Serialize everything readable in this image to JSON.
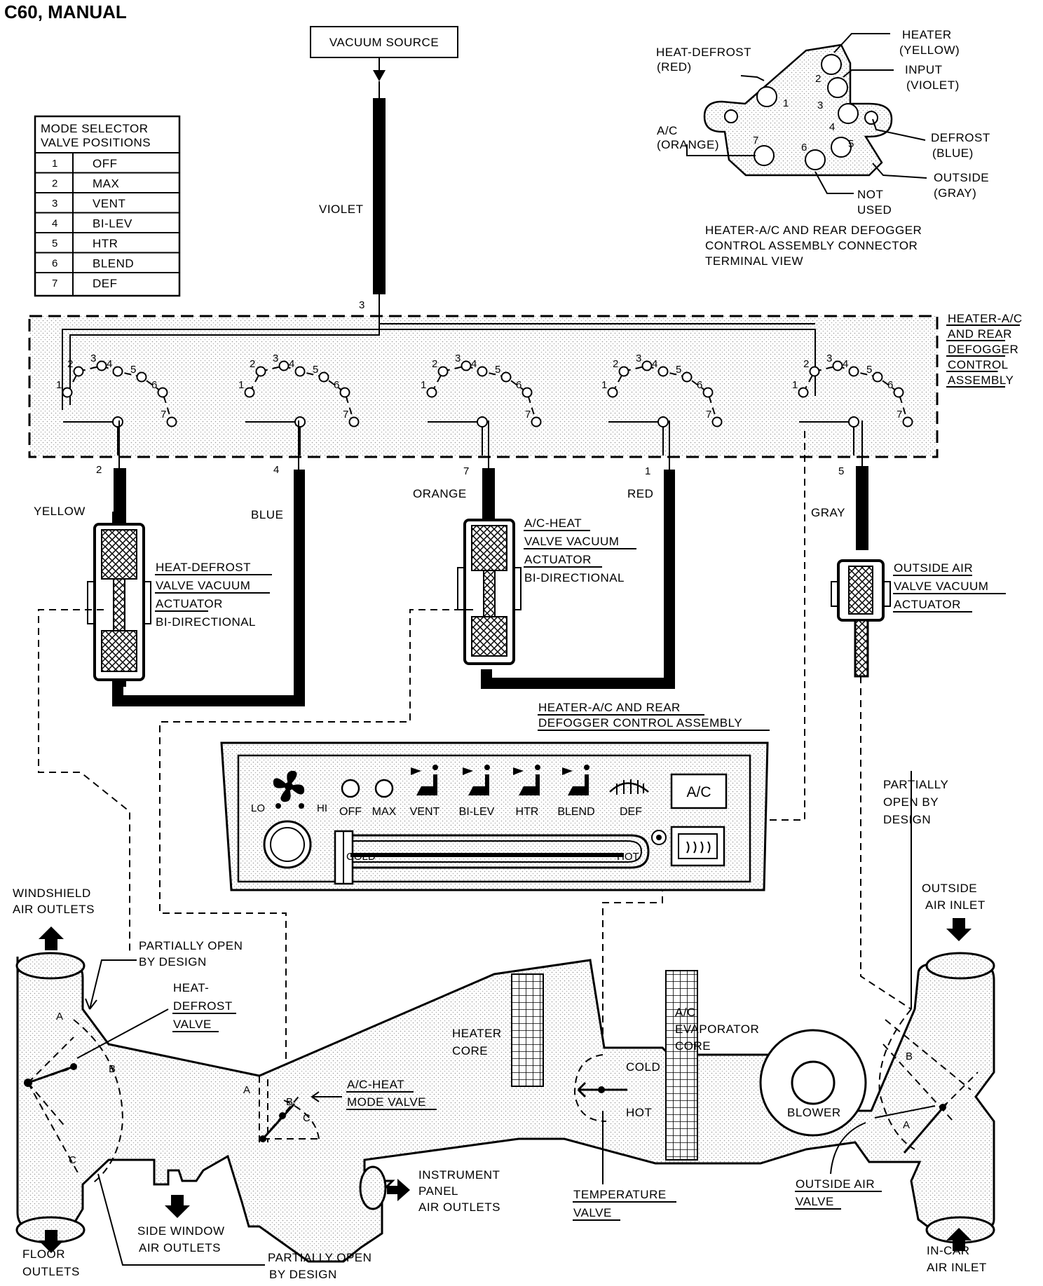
{
  "title": "C60, MANUAL",
  "vacuum_source": "VACUUM SOURCE",
  "mode_table": {
    "header_1": "MODE SELECTOR",
    "header_2": "VALVE POSITIONS",
    "rows": [
      {
        "n": "1",
        "mode": "OFF"
      },
      {
        "n": "2",
        "mode": "MAX"
      },
      {
        "n": "3",
        "mode": "VENT"
      },
      {
        "n": "4",
        "mode": "BI-LEV"
      },
      {
        "n": "5",
        "mode": "HTR"
      },
      {
        "n": "6",
        "mode": "BLEND"
      },
      {
        "n": "7",
        "mode": "DEF"
      }
    ]
  },
  "connector": {
    "heater": "HEATER",
    "heater_color": "(YELLOW)",
    "input": "INPUT",
    "input_color": "(VIOLET)",
    "heat_defrost": "HEAT-DEFROST",
    "heat_defrost_color": "(RED)",
    "ac": "A/C",
    "ac_color": "(ORANGE)",
    "defrost": "DEFROST",
    "defrost_color": "(BLUE)",
    "outside": "OUTSIDE",
    "outside_color": "(GRAY)",
    "not": "NOT",
    "used": "USED",
    "caption_1": "HEATER-A/C AND REAR DEFOGGER",
    "caption_2": "CONTROL ASSEMBLY CONNECTOR",
    "caption_3": "TERMINAL VIEW",
    "pins": [
      "1",
      "2",
      "3",
      "4",
      "5",
      "6",
      "7"
    ]
  },
  "control_assembly_label": [
    "HEATER-A/C",
    "AND REAR",
    "DEFOGGER",
    "CONTROL",
    "ASSEMBLY"
  ],
  "hoses": {
    "violet": "VIOLET",
    "violet_num": "3",
    "yellow": "YELLOW",
    "yellow_num": "2",
    "blue": "BLUE",
    "blue_num": "4",
    "orange": "ORANGE",
    "orange_num": "7",
    "red": "RED",
    "red_num": "1",
    "gray": "GRAY",
    "gray_num": "5"
  },
  "actuators": {
    "heat_defrost": [
      "HEAT-DEFROST",
      "VALVE VACUUM",
      "ACTUATOR",
      "BI-DIRECTIONAL"
    ],
    "ac_heat": [
      "A/C-HEAT",
      "VALVE VACUUM",
      "ACTUATOR",
      "BI-DIRECTIONAL"
    ],
    "outside_air": [
      "OUTSIDE AIR",
      "VALVE VACUUM",
      "ACTUATOR"
    ]
  },
  "panel": {
    "caption_1": "HEATER-A/C AND REAR",
    "caption_2": "DEFOGGER CONTROL ASSEMBLY",
    "lo": "LO",
    "hi": "HI",
    "modes": [
      "OFF",
      "MAX",
      "VENT",
      "BI-LEV",
      "HTR",
      "BLEND",
      "DEF"
    ],
    "ac_button": "A/C",
    "cold": "COLD",
    "hot": "HOT"
  },
  "duct": {
    "windshield": [
      "WINDSHIELD",
      "AIR OUTLETS"
    ],
    "partially_open_top": [
      "PARTIALLY OPEN",
      "BY DESIGN"
    ],
    "heat_defrost_valve": [
      "HEAT-",
      "DEFROST",
      "VALVE"
    ],
    "ac_heat_mode_valve": [
      "A/C-HEAT",
      "MODE VALVE"
    ],
    "heater_core": [
      "HEATER",
      "CORE"
    ],
    "evaporator": [
      "A/C",
      "EVAPORATOR",
      "CORE"
    ],
    "cold": "COLD",
    "hot": "HOT",
    "blower": "BLOWER",
    "partially_open_right": [
      "PARTIALLY",
      "OPEN BY",
      "DESIGN"
    ],
    "outside_air_inlet": [
      "OUTSIDE",
      "AIR INLET"
    ],
    "instrument_panel": [
      "INSTRUMENT",
      "PANEL",
      "AIR OUTLETS"
    ],
    "temperature_valve": [
      "TEMPERATURE",
      "VALVE"
    ],
    "outside_air_valve": [
      "OUTSIDE AIR",
      "VALVE"
    ],
    "side_window": [
      "SIDE WINDOW",
      "AIR OUTLETS"
    ],
    "floor": [
      "FLOOR",
      "OUTLETS"
    ],
    "partially_open_bottom": [
      "PARTIALLY OPEN",
      "BY DESIGN"
    ],
    "in_car": [
      "IN-CAR",
      "AIR INLET"
    ],
    "letters": {
      "a": "A",
      "b": "B",
      "c": "C"
    }
  }
}
